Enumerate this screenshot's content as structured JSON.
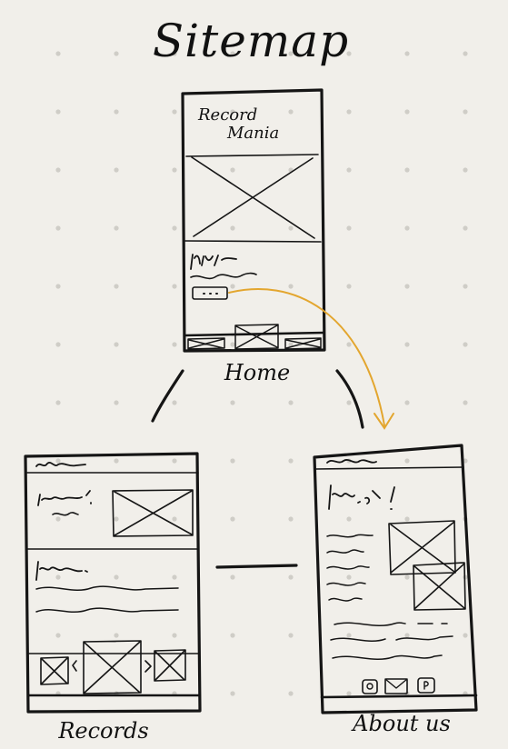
{
  "title": "Sitemap",
  "colors": {
    "paper": "#f1efea",
    "ink": "#151515",
    "dot": "#cfcdc7",
    "arrow": "#e3a62f"
  },
  "pages": {
    "home": {
      "brand_line1": "Record",
      "brand_line2": "Mania",
      "label": "Home"
    },
    "records": {
      "label": "Records"
    },
    "about": {
      "label": "About us"
    }
  },
  "connections": [
    {
      "from": "home",
      "to": "records"
    },
    {
      "from": "home",
      "to": "about"
    },
    {
      "from": "records",
      "to": "about"
    },
    {
      "from": "home.button",
      "to": "about",
      "style": "arrow"
    }
  ]
}
